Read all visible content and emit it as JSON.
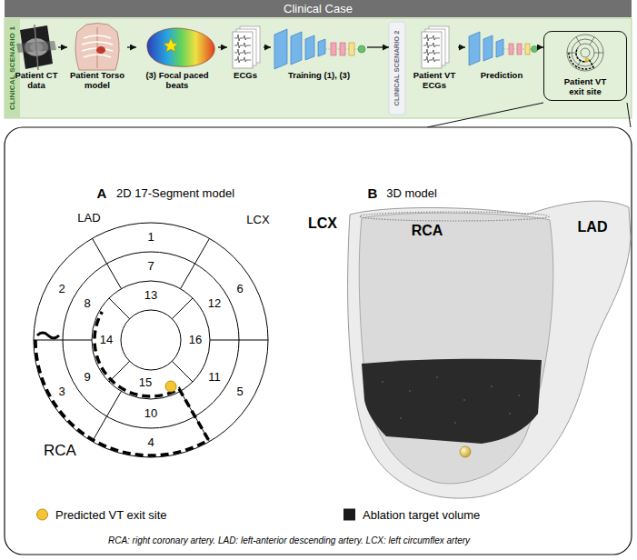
{
  "diagram": {
    "nodes": [
      {
        "text": [
          "Clinical Case"
        ]
      },
      {
        "text": [
          "CLINICAL SCENARIO 1"
        ]
      },
      {
        "text": [
          "Patient CT data"
        ],
        "in": 1
      },
      {
        "text": [
          "Patient Torso model"
        ],
        "in": 1
      },
      {
        "text": [
          "(3) Focal paced beats"
        ],
        "in": 1
      },
      {
        "text": [
          "ECGs"
        ],
        "in": 1
      },
      {
        "text": [
          "Training (1), (3)"
        ],
        "in": 1
      },
      {
        "text": [
          "CLINICAL SCENARIO 2"
        ],
        "in": 1
      },
      {
        "text": [
          "Patient VT ECGs"
        ],
        "in": 1
      },
      {
        "text": [
          "Prediction"
        ],
        "in": 1
      },
      {
        "text": [
          "Patient VT exit site"
        ],
        "in": 1
      }
    ],
    "edges": [
      {
        "from": 2,
        "to": 3,
        "arrow": "to"
      },
      {
        "from": 3,
        "to": 4,
        "arrow": "to"
      },
      {
        "from": 4,
        "to": 5,
        "arrow": "to"
      },
      {
        "from": 5,
        "to": 6,
        "arrow": "to"
      },
      {
        "from": 6,
        "to": 7,
        "arrow": "to"
      },
      {
        "from": 8,
        "to": 9,
        "arrow": "to"
      },
      {
        "from": 9,
        "to": 10,
        "arrow": "to"
      }
    ],
    "labels": [
      "A",
      "2D 17-Segment model",
      "B",
      "3D model",
      "LAD",
      "1",
      "7",
      "13",
      "LCX",
      "2",
      "8",
      "14",
      "6",
      "12",
      "16",
      "3",
      "9",
      "15",
      "10",
      "11",
      "5",
      "4",
      "RCA",
      "LCX",
      "RCA",
      "LAD",
      "RCA: right coronary artery. LAD: left-anterior descending artery. LCX: left circumflex artery"
    ],
    "legend": [
      {
        "text": "Predicted VT exit site",
        "color": "#f6c431"
      },
      {
        "text": "Ablation target volume",
        "color": "#1a1a1a"
      }
    ]
  }
}
